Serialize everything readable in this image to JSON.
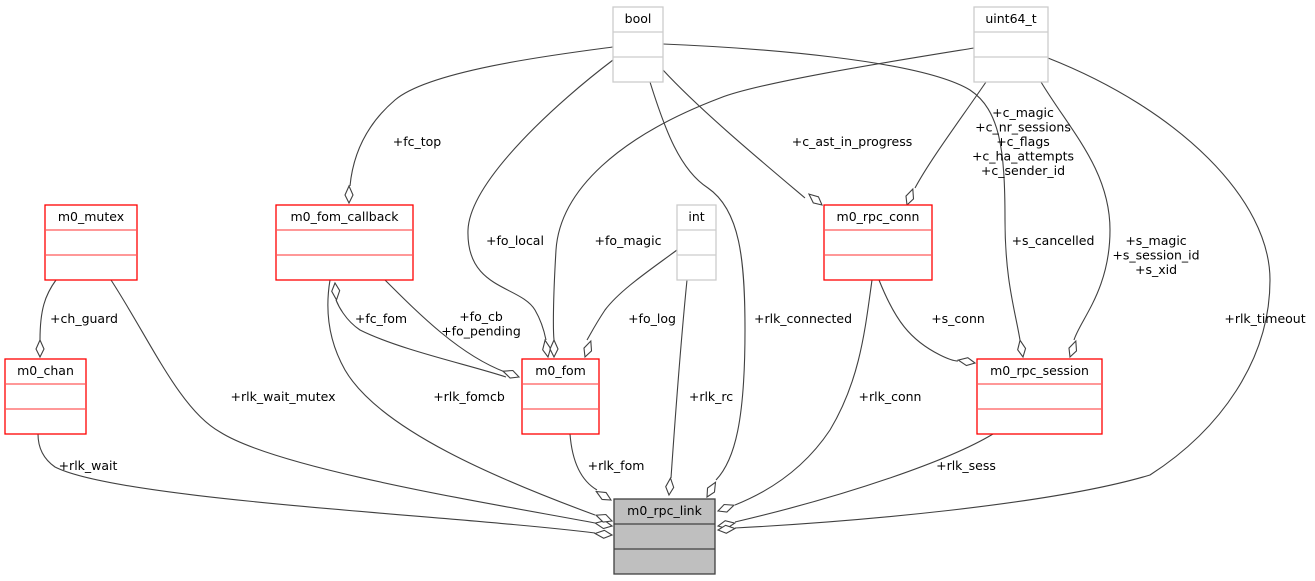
{
  "diagram": {
    "type": "collaboration-diagram",
    "subject": "m0_rpc_link",
    "colors": {
      "struct_border": "#ff0000",
      "struct_divider": "#ff5a5a",
      "builtin_border": "#cccccc",
      "subject_fill": "#bfbfbf",
      "subject_border": "#404040",
      "edge": "#404040"
    },
    "nodes": {
      "bool": {
        "label": "bool",
        "kind": "builtin"
      },
      "uint64_t": {
        "label": "uint64_t",
        "kind": "builtin"
      },
      "int": {
        "label": "int",
        "kind": "builtin"
      },
      "m0_mutex": {
        "label": "m0_mutex",
        "kind": "struct"
      },
      "m0_chan": {
        "label": "m0_chan",
        "kind": "struct"
      },
      "m0_fom_callback": {
        "label": "m0_fom_callback",
        "kind": "struct"
      },
      "m0_fom": {
        "label": "m0_fom",
        "kind": "struct"
      },
      "m0_rpc_conn": {
        "label": "m0_rpc_conn",
        "kind": "struct"
      },
      "m0_rpc_session": {
        "label": "m0_rpc_session",
        "kind": "struct"
      },
      "m0_rpc_link": {
        "label": "m0_rpc_link",
        "kind": "subject"
      }
    },
    "edges": [
      {
        "from": "bool",
        "to": "m0_fom_callback",
        "label": [
          "+fc_top"
        ]
      },
      {
        "from": "bool",
        "to": "m0_fom",
        "label": [
          "+fo_local"
        ]
      },
      {
        "from": "uint64_t",
        "to": "m0_fom",
        "label": [
          "+fo_magic"
        ]
      },
      {
        "from": "bool",
        "to": "m0_rpc_conn",
        "label": [
          "+c_ast_in_progress"
        ]
      },
      {
        "from": "uint64_t",
        "to": "m0_rpc_conn",
        "label": [
          "+c_magic",
          "+c_nr_sessions",
          "+c_flags",
          "+c_ha_attempts",
          "+c_sender_id"
        ]
      },
      {
        "from": "bool",
        "to": "m0_rpc_session",
        "label": [
          "+s_cancelled"
        ]
      },
      {
        "from": "uint64_t",
        "to": "m0_rpc_session",
        "label": [
          "+s_magic",
          "+s_session_id",
          "+s_xid"
        ]
      },
      {
        "from": "m0_rpc_conn",
        "to": "m0_rpc_session",
        "label": [
          "+s_conn"
        ]
      },
      {
        "from": "m0_mutex",
        "to": "m0_chan",
        "label": [
          "+ch_guard"
        ]
      },
      {
        "from": "m0_fom",
        "to": "m0_fom_callback",
        "label": [
          "+fc_fom"
        ]
      },
      {
        "from": "m0_fom_callback",
        "to": "m0_fom",
        "label": [
          "+fo_cb",
          "+fo_pending"
        ]
      },
      {
        "from": "int",
        "to": "m0_fom",
        "label": [
          "+fo_log"
        ]
      },
      {
        "from": "m0_chan",
        "to": "m0_rpc_link",
        "label": [
          "+rlk_wait"
        ]
      },
      {
        "from": "m0_mutex",
        "to": "m0_rpc_link",
        "label": [
          "+rlk_wait_mutex"
        ]
      },
      {
        "from": "m0_fom_callback",
        "to": "m0_rpc_link",
        "label": [
          "+rlk_fomcb"
        ]
      },
      {
        "from": "m0_fom",
        "to": "m0_rpc_link",
        "label": [
          "+rlk_fom"
        ]
      },
      {
        "from": "int",
        "to": "m0_rpc_link",
        "label": [
          "+rlk_rc"
        ]
      },
      {
        "from": "bool",
        "to": "m0_rpc_link",
        "label": [
          "+rlk_connected"
        ]
      },
      {
        "from": "m0_rpc_conn",
        "to": "m0_rpc_link",
        "label": [
          "+rlk_conn"
        ]
      },
      {
        "from": "m0_rpc_session",
        "to": "m0_rpc_link",
        "label": [
          "+rlk_sess"
        ]
      },
      {
        "from": "uint64_t",
        "to": "m0_rpc_link",
        "label": [
          "+rlk_timeout"
        ]
      }
    ]
  }
}
